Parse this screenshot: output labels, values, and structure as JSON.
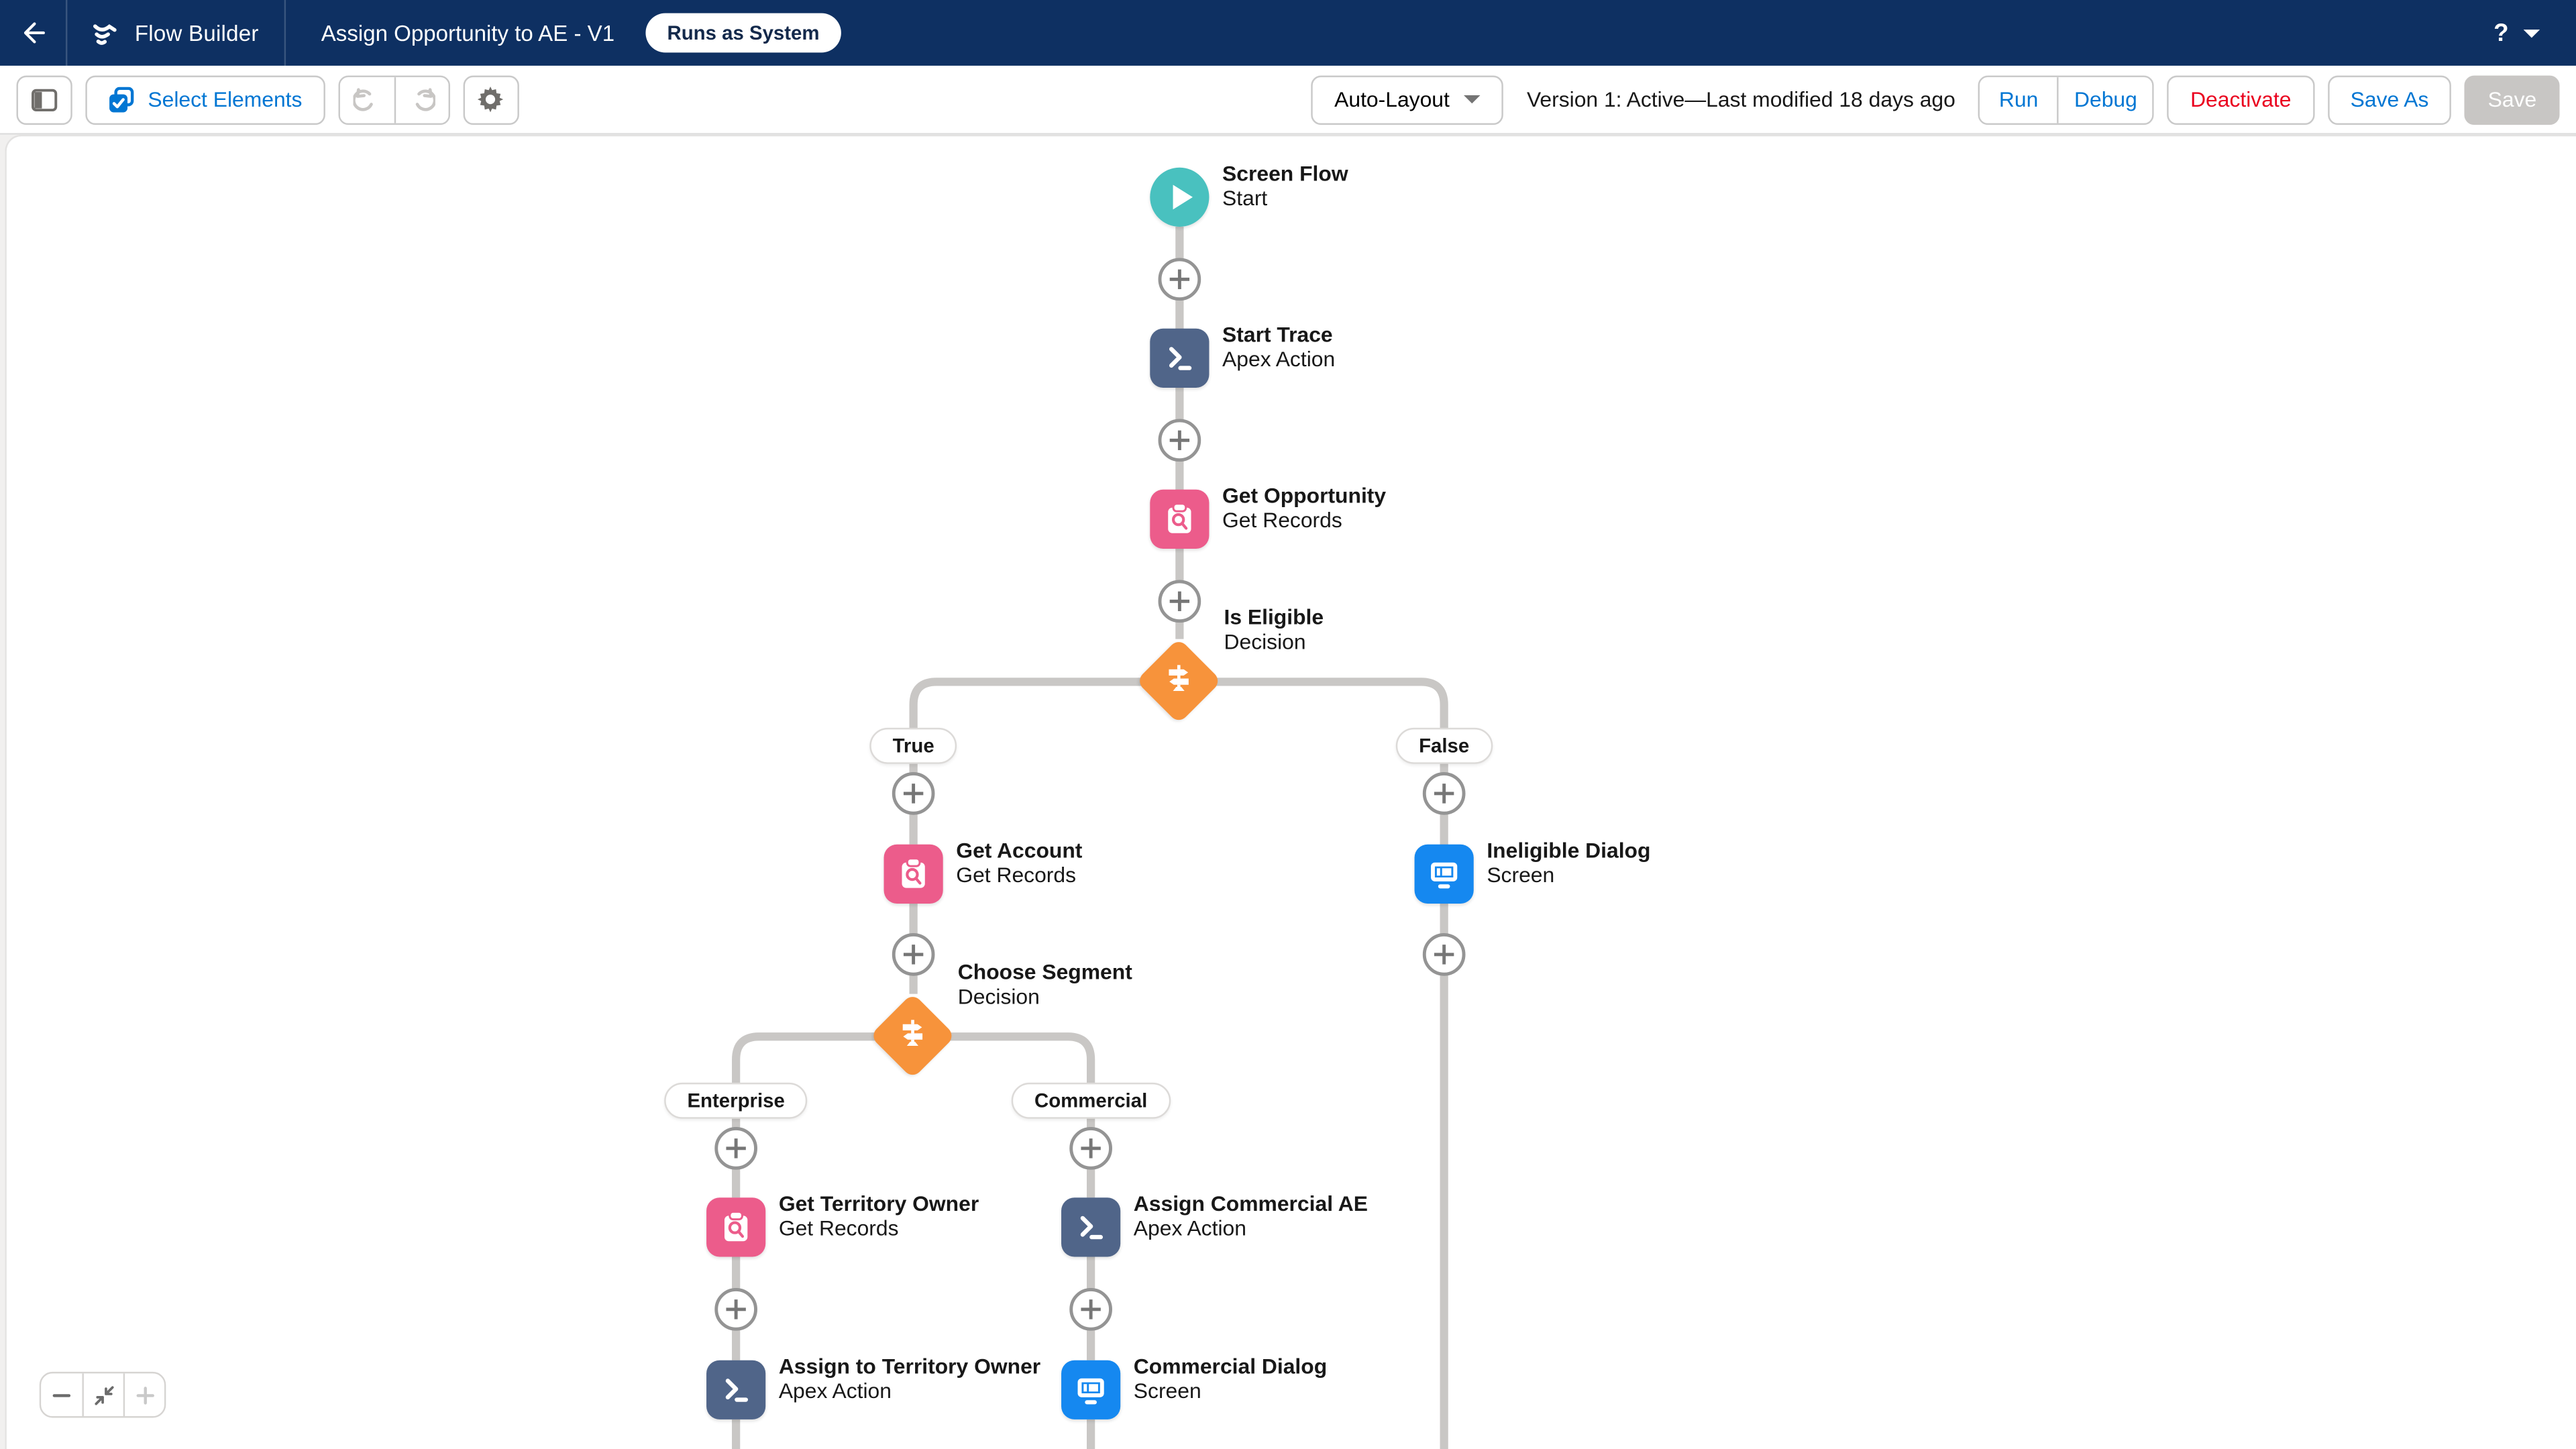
{
  "header": {
    "app_name": "Flow Builder",
    "flow_title": "Assign Opportunity to AE - V1",
    "run_mode_badge": "Runs as System",
    "help_label": "?"
  },
  "toolbar": {
    "select_elements_label": "Select Elements",
    "auto_layout_label": "Auto-Layout",
    "version_status": "Version 1: Active—Last modified 18 days ago",
    "run_label": "Run",
    "debug_label": "Debug",
    "deactivate_label": "Deactivate",
    "save_as_label": "Save As",
    "save_label": "Save"
  },
  "canvas": {
    "nodes": [
      {
        "name": "screen-flow-start",
        "title": "Screen Flow",
        "subtitle": "Start",
        "type": "start",
        "color": "#49C1BF"
      },
      {
        "name": "start-trace",
        "title": "Start Trace",
        "subtitle": "Apex Action",
        "type": "apex-action",
        "color": "#506589"
      },
      {
        "name": "get-opportunity",
        "title": "Get Opportunity",
        "subtitle": "Get Records",
        "type": "get-records",
        "color": "#EC5C8B"
      },
      {
        "name": "is-eligible",
        "title": "Is Eligible",
        "subtitle": "Decision",
        "type": "decision",
        "color": "#F7933B"
      },
      {
        "name": "get-account",
        "title": "Get Account",
        "subtitle": "Get Records",
        "type": "get-records",
        "color": "#EC5C8B"
      },
      {
        "name": "ineligible-dialog",
        "title": "Ineligible Dialog",
        "subtitle": "Screen",
        "type": "screen",
        "color": "#1588F0"
      },
      {
        "name": "choose-segment",
        "title": "Choose Segment",
        "subtitle": "Decision",
        "type": "decision",
        "color": "#F7933B"
      },
      {
        "name": "get-territory-owner",
        "title": "Get Territory Owner",
        "subtitle": "Get Records",
        "type": "get-records",
        "color": "#EC5C8B"
      },
      {
        "name": "assign-commercial-ae",
        "title": "Assign Commercial AE",
        "subtitle": "Apex Action",
        "type": "apex-action",
        "color": "#506589"
      },
      {
        "name": "assign-to-territory-owner",
        "title": "Assign to Territory Owner",
        "subtitle": "Apex Action",
        "type": "apex-action",
        "color": "#506589"
      },
      {
        "name": "commercial-dialog",
        "title": "Commercial Dialog",
        "subtitle": "Screen",
        "type": "screen",
        "color": "#1588F0"
      }
    ],
    "branches": [
      {
        "label": "True"
      },
      {
        "label": "False"
      },
      {
        "label": "Enterprise"
      },
      {
        "label": "Commercial"
      }
    ]
  },
  "colors": {
    "header_bg": "#0E3062",
    "accent_blue": "#0176D3",
    "destructive_red": "#EA001E",
    "connector_gray": "#C9C7C5",
    "canvas_bg": "#FFFFFF"
  }
}
